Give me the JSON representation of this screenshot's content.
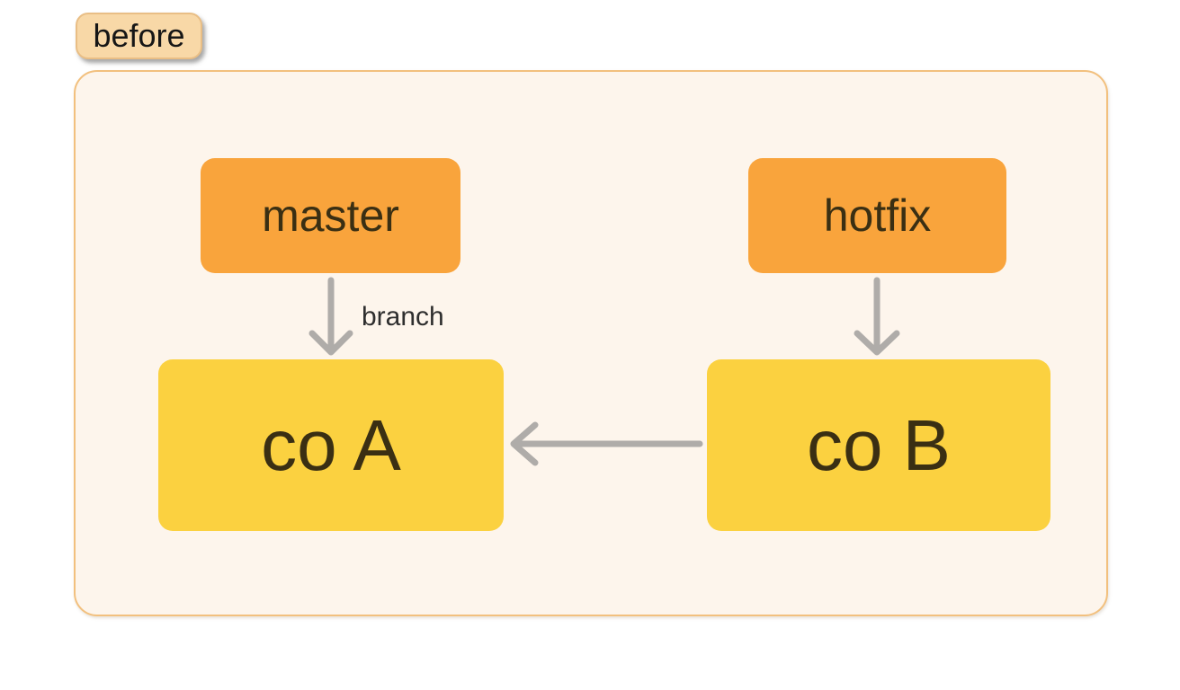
{
  "badge": {
    "label": "before"
  },
  "diagram": {
    "nodes": [
      {
        "id": "master",
        "label": "master",
        "kind": "branch"
      },
      {
        "id": "hotfix",
        "label": "hotfix",
        "kind": "branch"
      },
      {
        "id": "co-A",
        "label": "co A",
        "kind": "commit"
      },
      {
        "id": "co-B",
        "label": "co B",
        "kind": "commit"
      }
    ],
    "edges": [
      {
        "from": "master",
        "to": "co-A",
        "label": "branch",
        "direction": "down"
      },
      {
        "from": "hotfix",
        "to": "co-B",
        "label": "",
        "direction": "down"
      },
      {
        "from": "co-B",
        "to": "co-A",
        "label": "",
        "direction": "left"
      }
    ]
  },
  "colors": {
    "page-bg": "#ffffff",
    "panel-bg": "#FDF5EC",
    "panel-border": "#F2C07E",
    "badge-bg": "#F8D8A7",
    "badge-border": "#E9BE85",
    "badge-text": "#161616",
    "branch-node-bg": "#F9A43C",
    "commit-node-bg": "#FBD140",
    "node-text": "#3A2F13",
    "arrow": "#AFACA9",
    "edge-label-text": "#2E2E2E"
  }
}
